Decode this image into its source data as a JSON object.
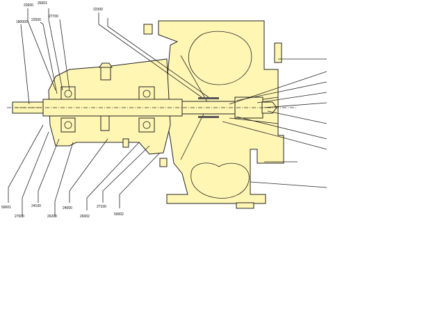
{
  "diagram": {
    "fill_color": "#fff6b4",
    "line_color": "#222222",
    "top_labels": [
      "22600",
      "26001",
      "180000",
      "22500",
      "27700",
      "22300"
    ],
    "bottom_labels": [
      "50001",
      "27000",
      "24100",
      "26200",
      "24000",
      "26002",
      "27100",
      "50002"
    ]
  }
}
